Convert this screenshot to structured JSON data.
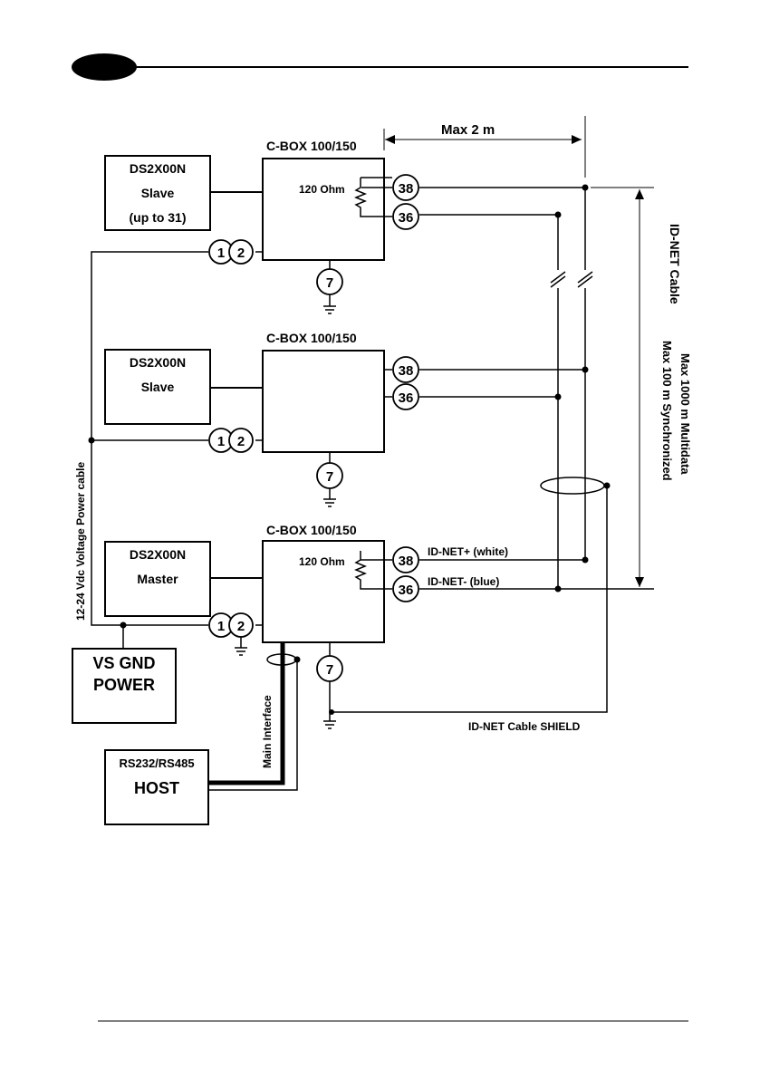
{
  "header": {
    "tab_color": "#000000"
  },
  "diagram": {
    "max_2m": "Max 2 m",
    "ohm": "120 Ohm",
    "cbox": [
      "C-BOX 100/150",
      "C-BOX 100/150",
      "C-BOX 100/150"
    ],
    "dev1": {
      "l1": "DS2X00N",
      "l2": "Slave",
      "l3": "(up to 31)"
    },
    "dev2": {
      "l1": "DS2X00N",
      "l2": "Slave"
    },
    "dev3": {
      "l1": "DS2X00N",
      "l2": "Master"
    },
    "power": {
      "l1": "VS  GND",
      "l2": "POWER"
    },
    "host": {
      "l1": "RS232/RS485",
      "l2": "HOST"
    },
    "terminals": {
      "t1": "1",
      "t2": "2",
      "t38": "38",
      "t36": "36",
      "t7": "7"
    },
    "id_net_plus": "ID-NET+ (white)",
    "id_net_minus": "ID-NET- (blue)",
    "shield": "ID-NET Cable SHIELD",
    "id_net_cable": "ID-NET Cable",
    "max_multidata": "Max 1000 m Multidata",
    "max_sync": "Max 100 m Synchronized",
    "power_cable": "12-24 Vdc   Voltage Power cable",
    "main_interface": "Main Interface"
  }
}
